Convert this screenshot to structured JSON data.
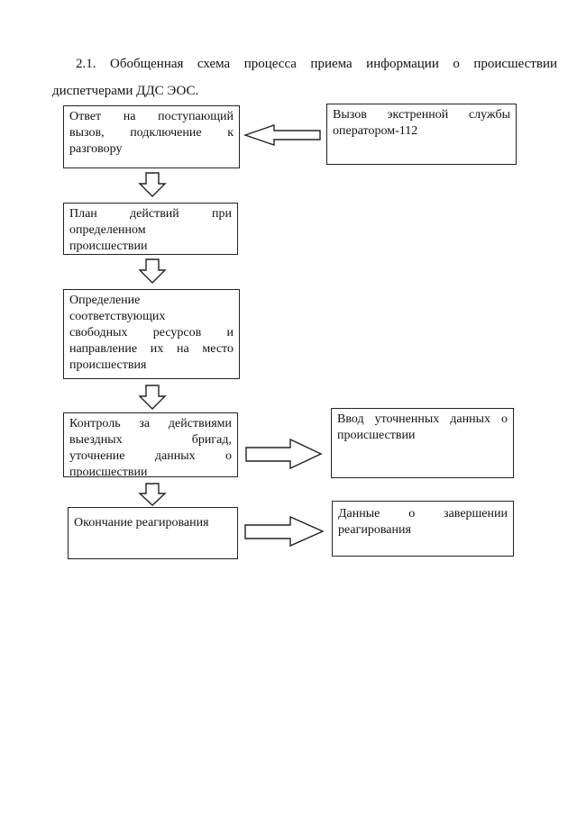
{
  "heading": {
    "line1": "2.1. Обобщенная схема процесса приема информации о происшествии",
    "line2": "диспетчерами ДДС ЭОС."
  },
  "boxes": {
    "answer_call": [
      "Ответ на поступающий",
      "вызов, подключение к",
      "разговору"
    ],
    "emergency_call": [
      "Вызов экстренной службы",
      "оператором-112"
    ],
    "action_plan": [
      "План действий при",
      "определенном",
      "происшествии"
    ],
    "resources": [
      "Определение",
      "соответствующих",
      "свободных ресурсов и",
      "направление их на место",
      "происшествия"
    ],
    "control": [
      "Контроль за действиями",
      "выездных бригад,",
      "уточнение данных о",
      "происшествии"
    ],
    "refined_data": [
      "Ввод уточненных данных о",
      "происшествии"
    ],
    "end_response": [
      "Окончание реагирования"
    ],
    "completion_data": [
      "Данные о завершении",
      "реагирования"
    ]
  }
}
